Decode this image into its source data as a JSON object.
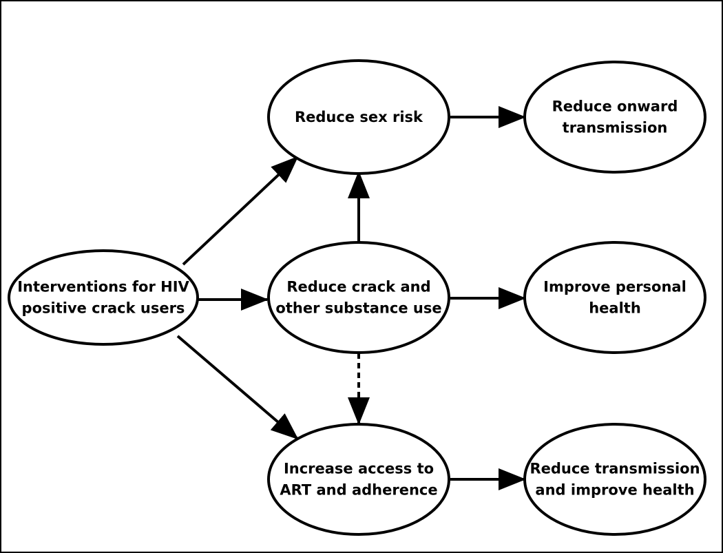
{
  "diagram": {
    "nodes": [
      {
        "id": "interventions",
        "lines": [
          "Interventions for HIV",
          "positive crack users"
        ]
      },
      {
        "id": "sex-risk",
        "lines": [
          "Reduce sex risk"
        ]
      },
      {
        "id": "crack-use",
        "lines": [
          "Reduce crack and",
          "other substance use"
        ]
      },
      {
        "id": "art-access",
        "lines": [
          "Increase access to",
          "ART and adherence"
        ]
      },
      {
        "id": "onward",
        "lines": [
          "Reduce onward",
          "transmission"
        ]
      },
      {
        "id": "personal-health",
        "lines": [
          "Improve personal",
          "health"
        ]
      },
      {
        "id": "transmission-health",
        "lines": [
          "Reduce transmission",
          "and improve health"
        ]
      }
    ],
    "edges": [
      {
        "from": "interventions",
        "to": "sex-risk",
        "style": "solid"
      },
      {
        "from": "interventions",
        "to": "crack-use",
        "style": "solid"
      },
      {
        "from": "interventions",
        "to": "art-access",
        "style": "solid"
      },
      {
        "from": "crack-use",
        "to": "sex-risk",
        "style": "solid"
      },
      {
        "from": "crack-use",
        "to": "art-access",
        "style": "dashed"
      },
      {
        "from": "sex-risk",
        "to": "onward",
        "style": "solid"
      },
      {
        "from": "crack-use",
        "to": "personal-health",
        "style": "solid"
      },
      {
        "from": "art-access",
        "to": "transmission-health",
        "style": "solid"
      }
    ],
    "colors": {
      "stroke": "#000000",
      "fill": "#ffffff",
      "background": "#ffffff"
    }
  }
}
